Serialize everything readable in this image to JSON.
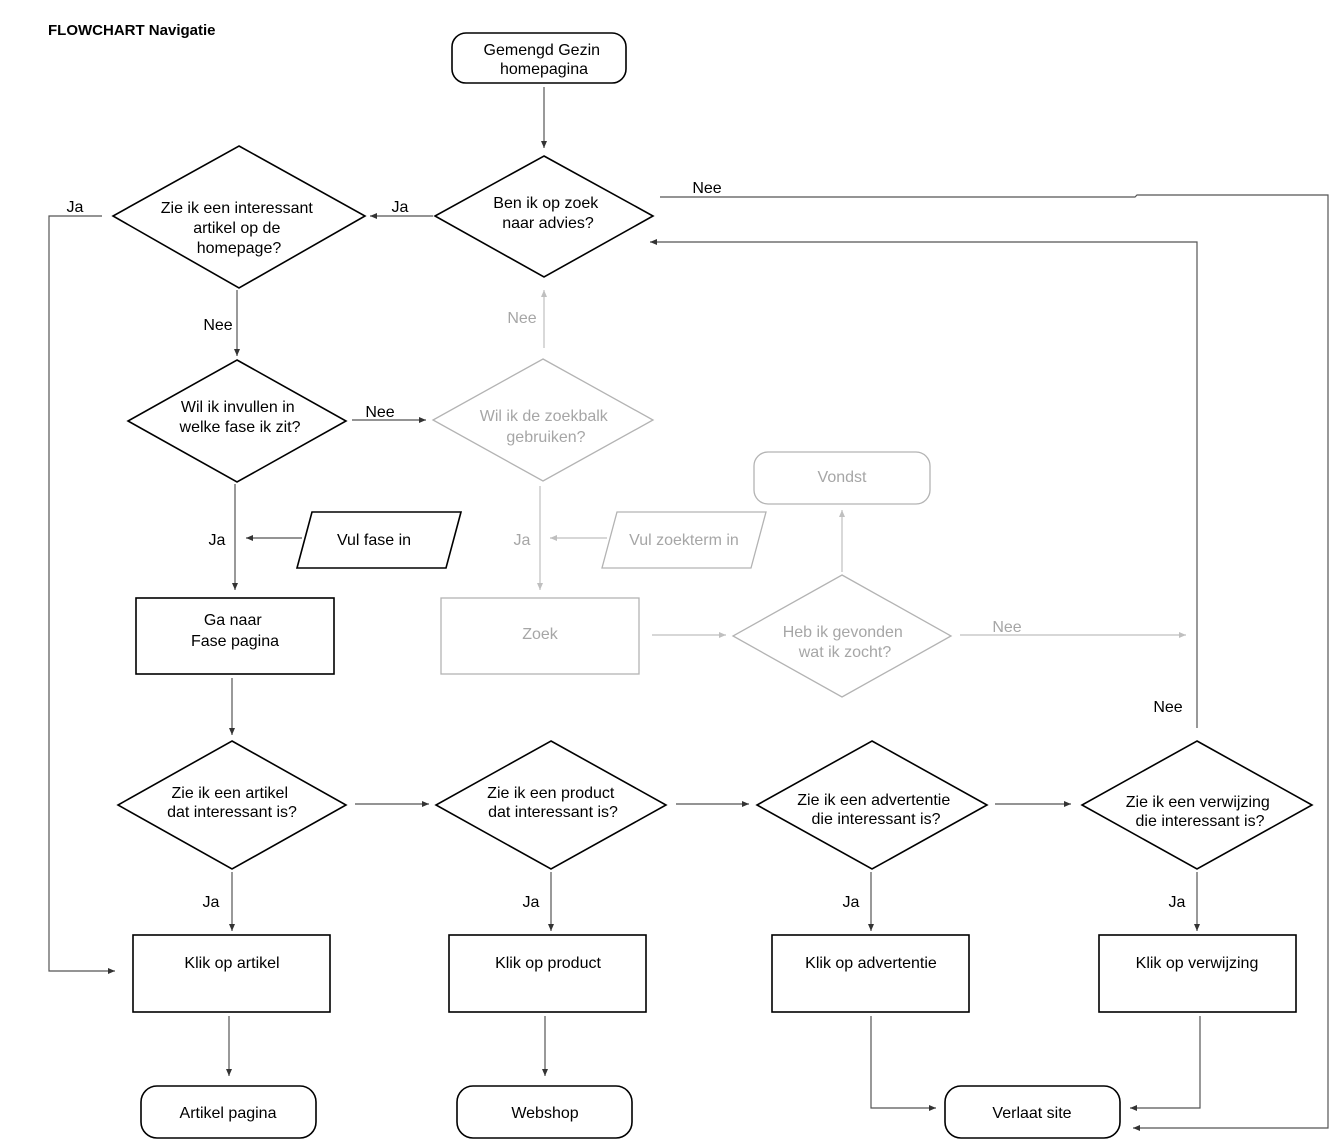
{
  "title": "FLOWCHART Navigatie",
  "nodes": {
    "start": [
      "Gemengd Gezin",
      "homepagina"
    ],
    "advies": [
      "Ben ik op zoek",
      "naar advies?"
    ],
    "homepage_artikel": [
      "Zie ik een interessant",
      "artikel op de",
      "homepage?"
    ],
    "invullen_fase": [
      "Wil ik invullen in",
      "welke fase ik zit?"
    ],
    "zoekbalk": [
      "Wil ik de zoekbalk",
      "gebruiken?"
    ],
    "vondst": [
      "Vondst"
    ],
    "vul_fase": [
      "Vul fase in"
    ],
    "vul_zoekterm": [
      "Vul zoekterm in"
    ],
    "fase_pagina": [
      "Ga naar",
      "Fase pagina"
    ],
    "zoek": [
      "Zoek"
    ],
    "gevonden": [
      "Heb ik gevonden",
      "wat ik zocht?"
    ],
    "artikel_q": [
      "Zie ik een artikel",
      "dat interessant is?"
    ],
    "product_q": [
      "Zie ik een product",
      "dat interessant is?"
    ],
    "advertentie_q": [
      "Zie ik een advertentie",
      "die interessant is?"
    ],
    "verwijzing_q": [
      "Zie ik een verwijzing",
      "die interessant is?"
    ],
    "klik_artikel": [
      "Klik op artikel"
    ],
    "klik_product": [
      "Klik op product"
    ],
    "klik_advertentie": [
      "Klik op advertentie"
    ],
    "klik_verwijzing": [
      "Klik op verwijzing"
    ],
    "artikel_pagina": [
      "Artikel pagina"
    ],
    "webshop": [
      "Webshop"
    ],
    "verlaat_site": [
      "Verlaat site"
    ]
  },
  "edge_labels": {
    "ja_left": "Ja",
    "ja_advies": "Ja",
    "nee_advies": "Nee",
    "nee_homepage": "Nee",
    "nee_invullen": "Nee",
    "nee_zoekbalk": "Nee",
    "ja_fase": "Ja",
    "ja_zoekbalk": "Ja",
    "nee_gevonden": "Nee",
    "nee_verwijzing": "Nee",
    "ja_artikel": "Ja",
    "ja_product": "Ja",
    "ja_advertentie": "Ja",
    "ja_verwijzing": "Ja"
  }
}
